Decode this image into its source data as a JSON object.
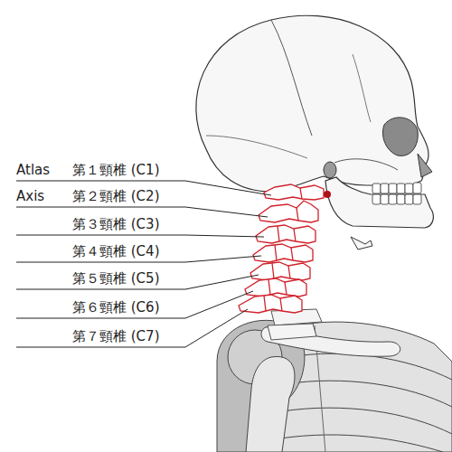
{
  "diagram": {
    "labels": [
      "Atlas",
      "第１頸椎 (C1)",
      "Axis",
      "第２頸椎 (C2)",
      "第３頸椎 (C3)",
      "第４頸椎 (C4)",
      "第５頸椎 (C5)",
      "第６頸椎 (C6)",
      "第７頸椎 (C7)"
    ]
  }
}
